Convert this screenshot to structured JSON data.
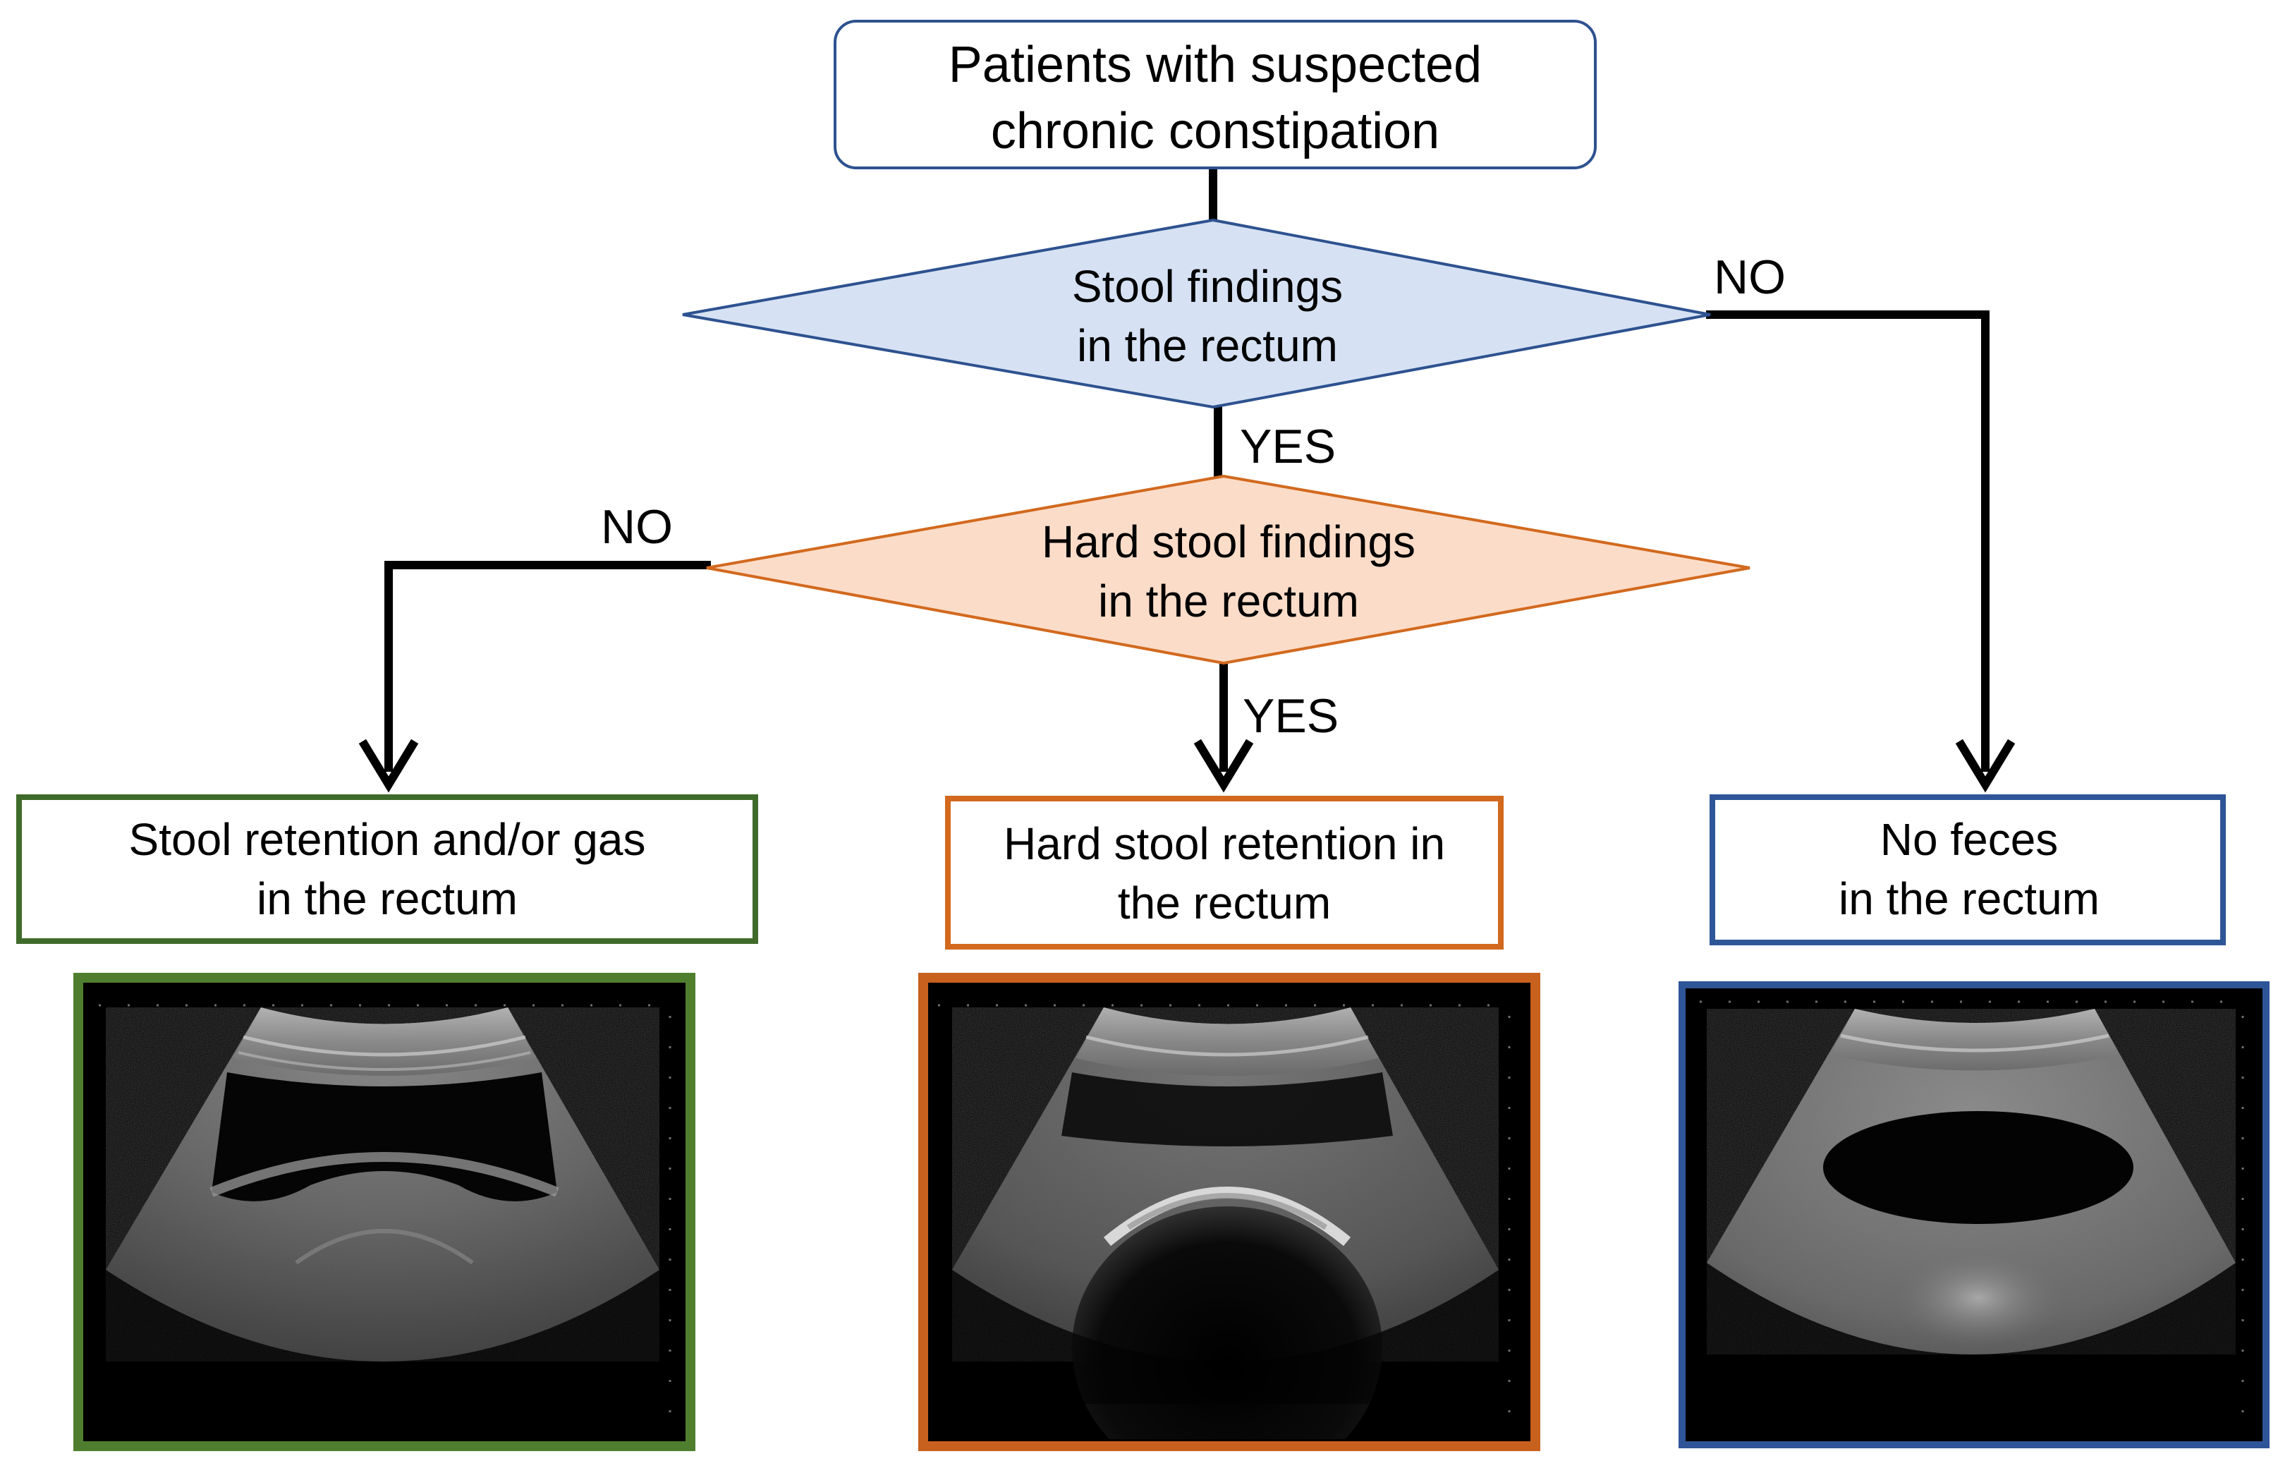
{
  "colors": {
    "start_border": "#2e5290",
    "decision1_fill": "#d6e2f3",
    "decision1_border": "#2e5290",
    "decision2_fill": "#fbdcc8",
    "decision2_border": "#d2691e",
    "outcome_left_border": "#3f6b2a",
    "outcome_center_border": "#d2691e",
    "outcome_right_border": "#2e5597",
    "image_left_border": "#4f7f2e",
    "image_center_border": "#c8601e",
    "image_right_border": "#2e5597",
    "connector": "#000000"
  },
  "start": {
    "line1": "Patients with suspected",
    "line2": "chronic constipation"
  },
  "decision1": {
    "line1": "Stool findings",
    "line2": "in the rectum",
    "yes_label": "YES",
    "no_label": "NO"
  },
  "decision2": {
    "line1": "Hard stool findings",
    "line2": "in the rectum",
    "yes_label": "YES",
    "no_label": "NO"
  },
  "outcomes": {
    "left": {
      "line1": "Stool retention and/or gas",
      "line2": "in the rectum"
    },
    "center": {
      "line1": "Hard stool retention in",
      "line2": "the rectum"
    },
    "right": {
      "line1": "No feces",
      "line2": "in the rectum"
    }
  },
  "images": {
    "left": "ultrasound-stool-retention",
    "center": "ultrasound-hard-stool",
    "right": "ultrasound-no-feces"
  }
}
